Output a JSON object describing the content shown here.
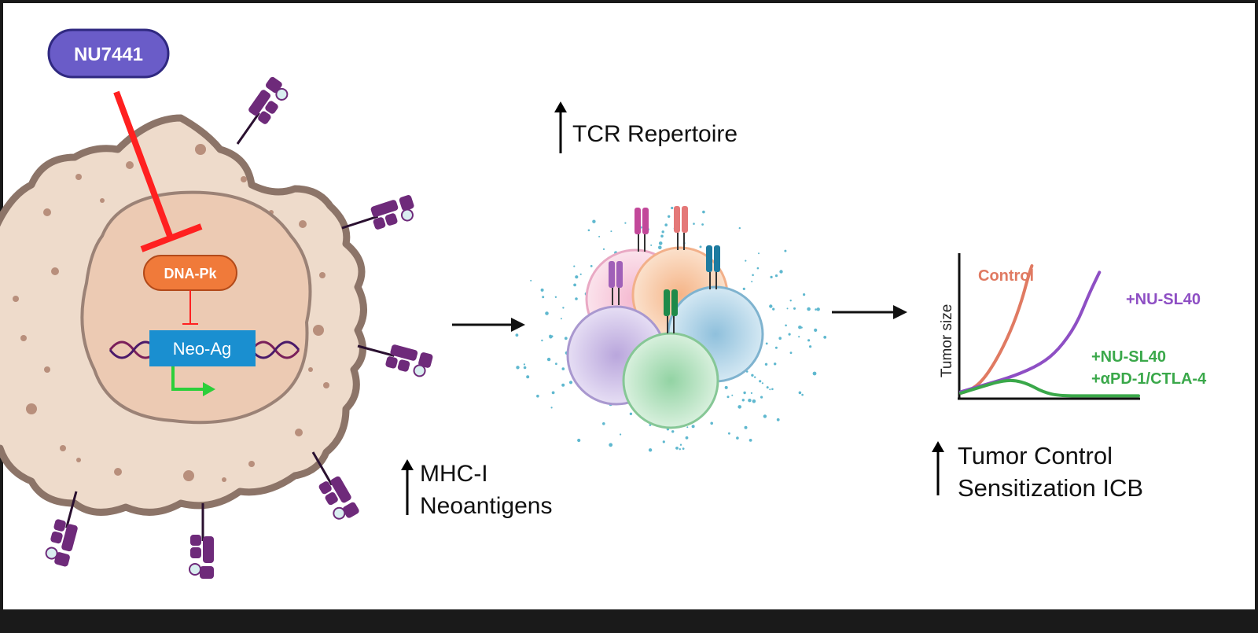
{
  "drug": {
    "label": "NU7441"
  },
  "nucleus": {
    "enzyme_label": "DNA-Pk",
    "gene_label": "Neo-Ag"
  },
  "effects": {
    "tcr_label": "TCR Repertoire",
    "mhc_line1": "MHC-I",
    "mhc_line2": "Neoantigens",
    "outcome_line1": "Tumor Control",
    "outcome_line2": "Sensitization ICB"
  },
  "chart_data": {
    "type": "line",
    "ylabel": "Tumor size",
    "xlabel": "",
    "series": [
      {
        "name": "Control",
        "color": "#e07a62",
        "values": [
          [
            0,
            0.03
          ],
          [
            0.05,
            0.05
          ],
          [
            0.12,
            0.12
          ],
          [
            0.2,
            0.28
          ],
          [
            0.28,
            0.5
          ],
          [
            0.34,
            0.72
          ],
          [
            0.38,
            0.92
          ],
          [
            0.4,
            1.0
          ]
        ]
      },
      {
        "name": "+NU-SL40",
        "color": "#8e4fc4",
        "values": [
          [
            0,
            0.04
          ],
          [
            0.15,
            0.1
          ],
          [
            0.3,
            0.16
          ],
          [
            0.45,
            0.25
          ],
          [
            0.55,
            0.36
          ],
          [
            0.65,
            0.55
          ],
          [
            0.72,
            0.78
          ],
          [
            0.78,
            0.95
          ]
        ]
      },
      {
        "name": "+NU-SL40\n+αPD-1/CTLA-4",
        "color": "#3aa84a",
        "values": [
          [
            0,
            0.03
          ],
          [
            0.12,
            0.08
          ],
          [
            0.22,
            0.12
          ],
          [
            0.3,
            0.13
          ],
          [
            0.38,
            0.1
          ],
          [
            0.46,
            0.04
          ],
          [
            0.55,
            0.01
          ],
          [
            0.7,
            0.01
          ],
          [
            1.0,
            0.01
          ]
        ]
      }
    ],
    "labels": {
      "control": "Control",
      "nusl40": "+NU-SL40",
      "combo_line1": "+NU-SL40",
      "combo_line2": "+αPD-1/CTLA-4"
    },
    "colors": {
      "control": "#e07a62",
      "nusl40": "#8e4fc4",
      "combo": "#3aa84a"
    }
  },
  "colors": {
    "cell_fill": "#eedbcb",
    "cell_border": "#8c7468",
    "inhibit": "#ff2020",
    "drug_fill": "#6a5cc8",
    "enzyme_fill": "#f07a3a",
    "gene_fill": "#1a8fd0",
    "mhc": "#6e2a7a"
  }
}
